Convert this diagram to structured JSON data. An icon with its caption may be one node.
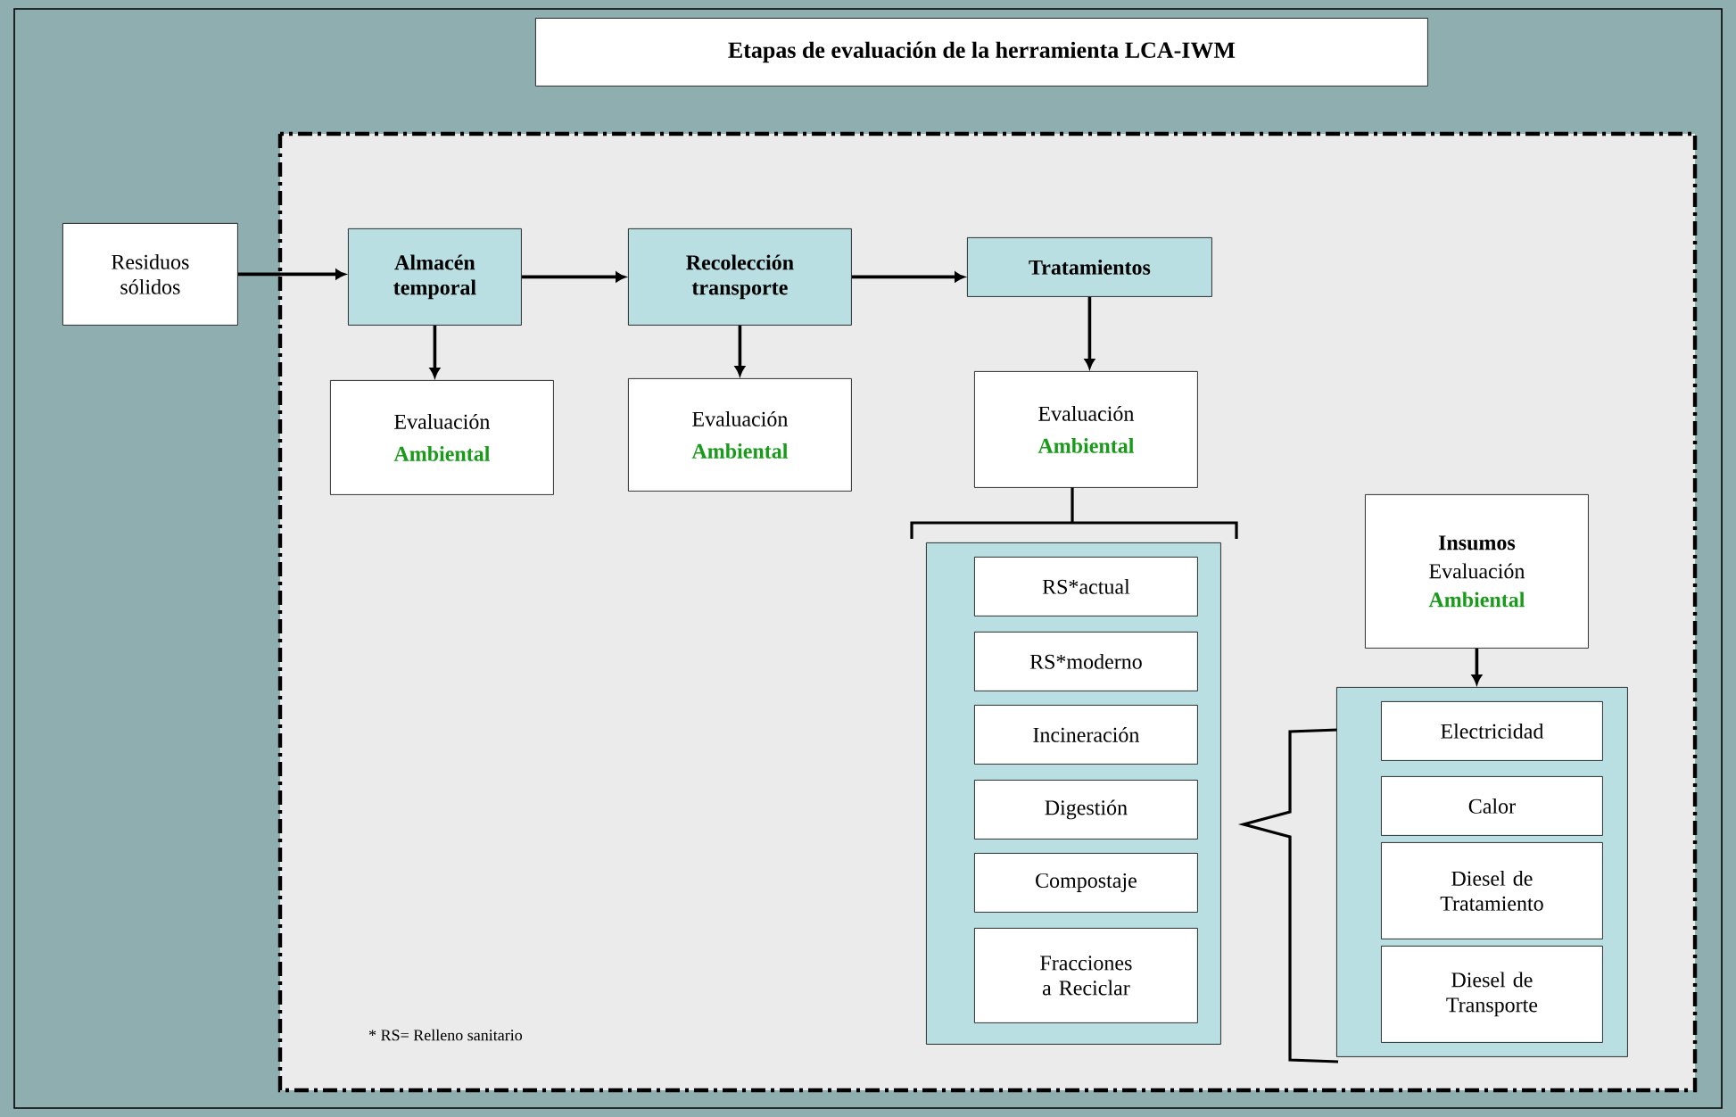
{
  "diagram": {
    "title": "Etapas de evaluación de la herramienta LCA-IWM",
    "nodes": [
      {
        "text": [
          "Residuos sólidos"
        ]
      },
      {
        "text": [
          "Almacén temporal"
        ]
      },
      {
        "text": [
          "Recolección transporte"
        ]
      },
      {
        "text": [
          "Tratamientos"
        ]
      },
      {
        "text": [
          "Evaluación",
          "Ambiental"
        ]
      },
      {
        "text": [
          "Evaluación",
          "Ambiental"
        ]
      },
      {
        "text": [
          "Evaluación",
          "Ambiental"
        ]
      },
      {
        "text": [],
        "shape": "box"
      },
      {
        "text": [
          "RS*actual"
        ],
        "in": 7
      },
      {
        "text": [
          "RS*moderno"
        ],
        "in": 7
      },
      {
        "text": [
          "Incineración"
        ],
        "in": 7
      },
      {
        "text": [
          "Digestión"
        ],
        "in": 7
      },
      {
        "text": [
          "Compostaje"
        ],
        "in": 7
      },
      {
        "text": [
          "Fracciones a Reciclar"
        ],
        "in": 7
      },
      {
        "text": [
          "Insumos",
          "Evaluación",
          "Ambiental"
        ]
      },
      {
        "text": [],
        "shape": "box"
      },
      {
        "text": [
          "Electricidad"
        ],
        "in": 15
      },
      {
        "text": [
          "Calor"
        ],
        "in": 15
      },
      {
        "text": [
          "Diesel de Tratamiento"
        ],
        "in": 15
      },
      {
        "text": [
          "Diesel de Transporte"
        ],
        "in": 15
      }
    ],
    "edges": [
      {
        "from": 0,
        "to": 1,
        "arrow": "to"
      },
      {
        "from": 1,
        "to": 2,
        "arrow": "to"
      },
      {
        "from": 2,
        "to": 3,
        "arrow": "to"
      },
      {
        "from": 1,
        "to": 4,
        "arrow": "to"
      },
      {
        "from": 2,
        "to": 5,
        "arrow": "to"
      },
      {
        "from": 3,
        "to": 6,
        "arrow": "to"
      },
      {
        "from": 14,
        "to": 15,
        "arrow": "to"
      }
    ],
    "labels": [
      "* RS= Relleno sanitario"
    ]
  }
}
